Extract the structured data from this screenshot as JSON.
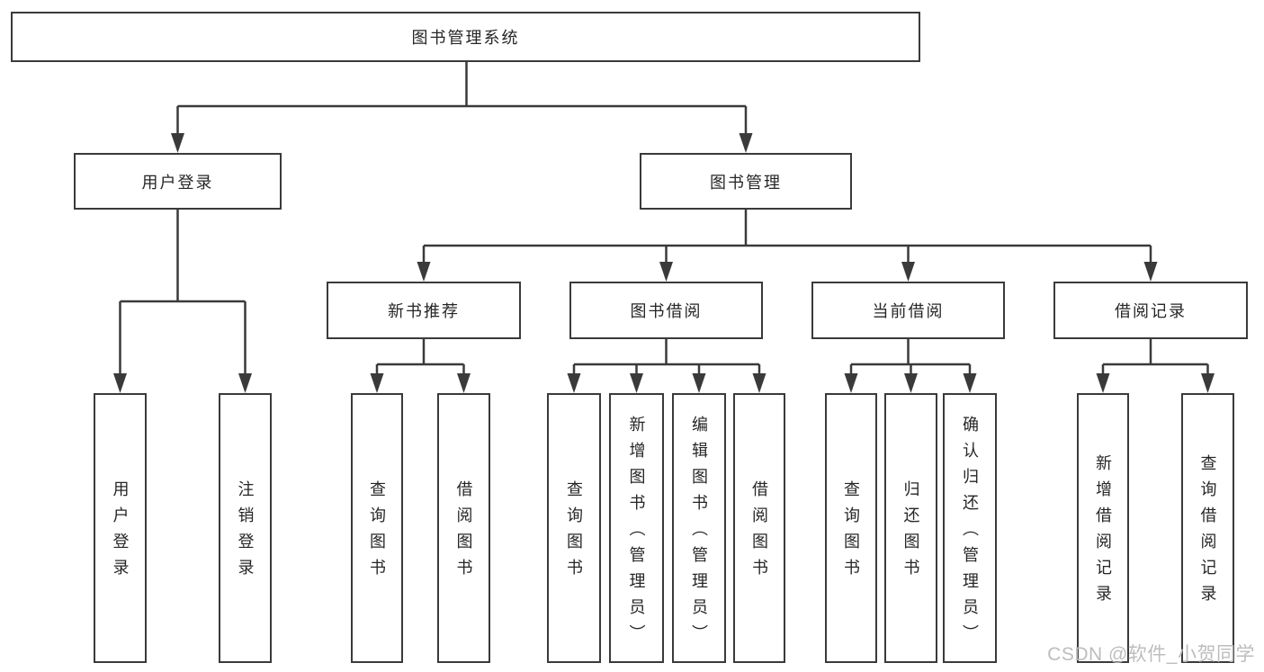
{
  "diagram": {
    "root": {
      "label": "图书管理系统"
    },
    "level2": {
      "user_login": {
        "label": "用户登录"
      },
      "book_management": {
        "label": "图书管理"
      }
    },
    "level3": {
      "new_book_recommend": {
        "label": "新书推荐"
      },
      "book_borrowing": {
        "label": "图书借阅"
      },
      "current_borrowing": {
        "label": "当前借阅"
      },
      "borrowing_records": {
        "label": "借阅记录"
      }
    },
    "leaves": {
      "user_login": {
        "label": "用户登录"
      },
      "logout": {
        "label": "注销登录"
      },
      "query_book_recommend": {
        "label": "查询图书"
      },
      "borrow_book_recommend": {
        "label": "借阅图书"
      },
      "query_book_borrowing": {
        "label": "查询图书"
      },
      "add_book_admin": {
        "label": "新增图书（管理员）"
      },
      "edit_book_admin": {
        "label": "编辑图书（管理员）"
      },
      "borrow_book_borrowing": {
        "label": "借阅图书"
      },
      "query_book_current": {
        "label": "查询图书"
      },
      "return_book": {
        "label": "归还图书"
      },
      "confirm_return_admin": {
        "label": "确认归还（管理员）"
      },
      "add_borrow_record": {
        "label": "新增借阅记录"
      },
      "query_borrow_record": {
        "label": "查询借阅记录"
      }
    },
    "watermark": "CSDN @软件_小贺同学",
    "colors": {
      "line": "#3a3a3a",
      "text": "#262626",
      "background": "#ffffff",
      "watermark": "#b9b9b9"
    }
  }
}
